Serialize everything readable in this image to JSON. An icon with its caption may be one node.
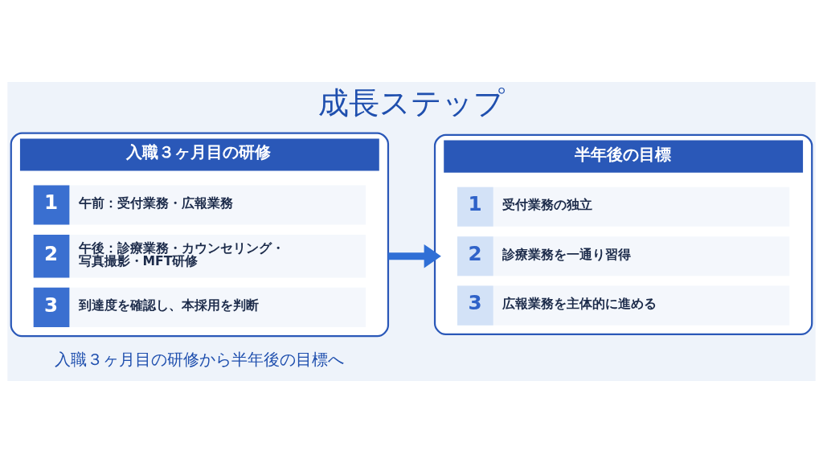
{
  "diagram": {
    "title": "成長ステップ",
    "nodes": [
      {
        "text": [
          "入職３ヶ月目の研修"
        ]
      },
      {
        "text": [
          "1",
          "午前：受付業務・広報業務"
        ],
        "in": 0
      },
      {
        "text": [
          "2",
          "午後：診療業務・カウンセリング・写真撮影・MFT研修"
        ],
        "in": 0
      },
      {
        "text": [
          "3",
          "到達度を確認し、本採用を判断"
        ],
        "in": 0
      },
      {
        "text": [
          "半年後の目標"
        ]
      },
      {
        "text": [
          "1",
          "受付業務の独立"
        ],
        "in": 4
      },
      {
        "text": [
          "2",
          "診療業務を一通り習得"
        ],
        "in": 4
      },
      {
        "text": [
          "3",
          "広報業務を主体的に進める"
        ],
        "in": 4
      }
    ],
    "edges": [
      {
        "from": 0,
        "to": 4,
        "arrow": "to"
      }
    ],
    "labels": [
      "入職３ヶ月目の研修から半年後の目標へ"
    ]
  }
}
